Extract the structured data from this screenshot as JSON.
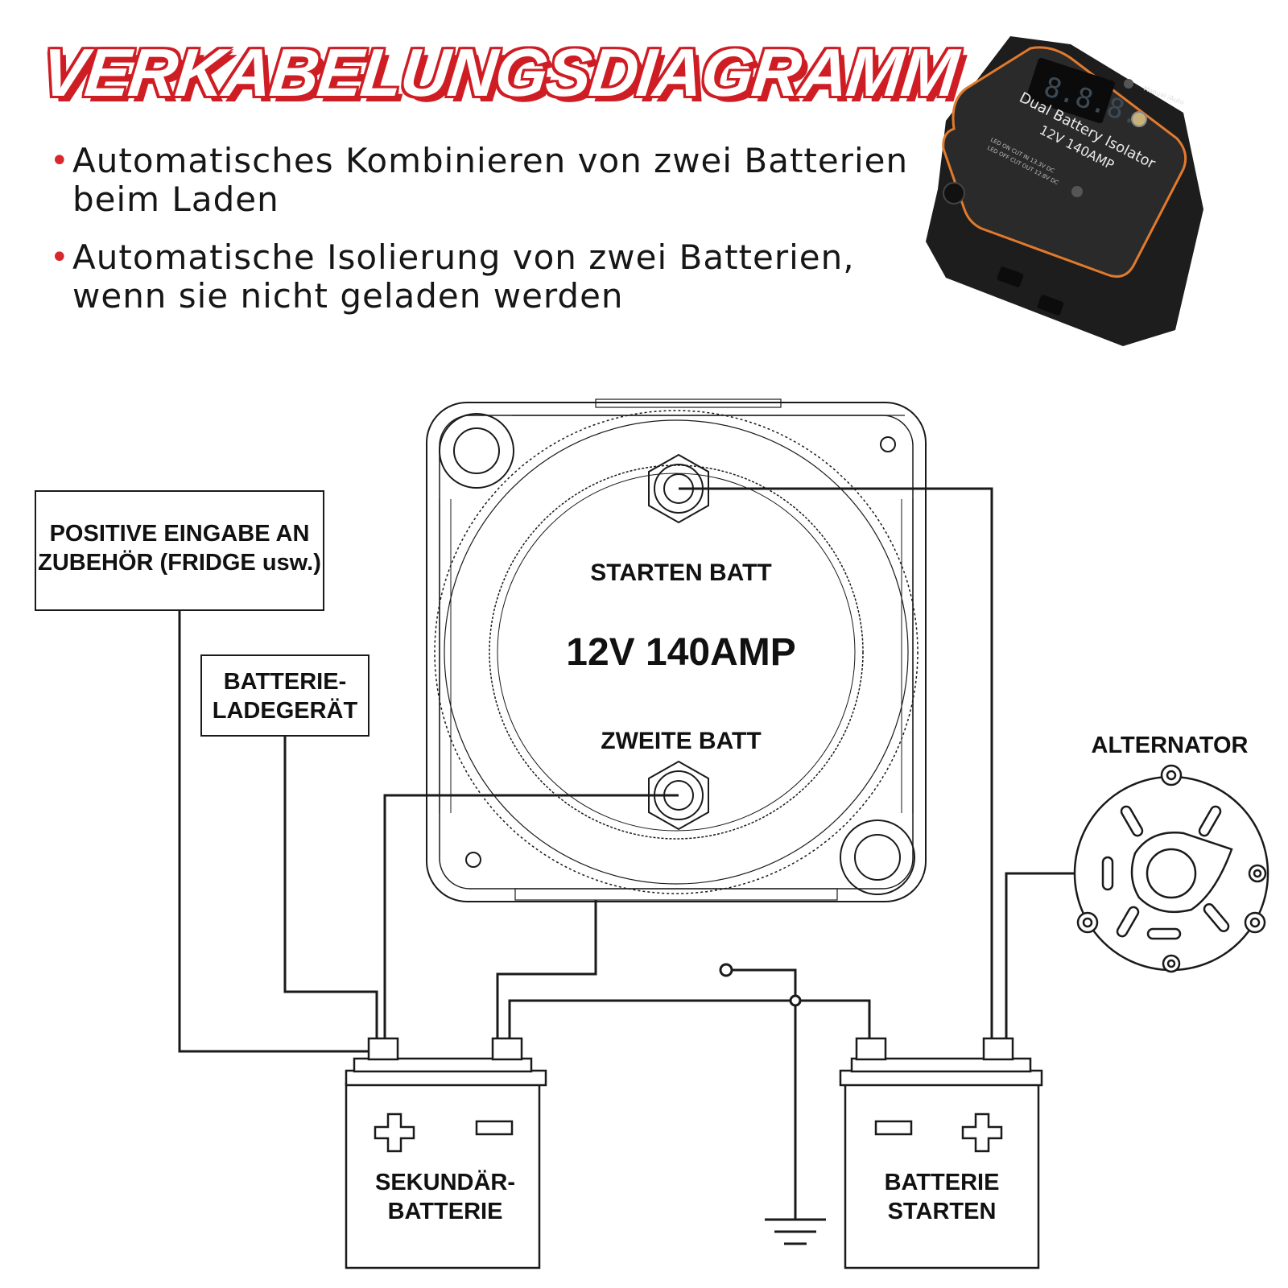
{
  "title": "VERKABELUNGSDIAGRAMM",
  "bullets": [
    "Automatisches Kombinieren von zwei Batterien beim Laden",
    "Automatische Isolierung von zwei Batterien, wenn sie nicht geladen werden"
  ],
  "product": {
    "label_main": "Dual Battery Isolator",
    "label_rating": "12V 140AMP",
    "led_on": "LED ON CUT IN 13.3V DC",
    "led_off": "LED OFF CUT OUT 12.8V DC",
    "mode": "Manual /Auto",
    "display": "8.8.8."
  },
  "diagram": {
    "isolator_rating": "12V 140AMP",
    "start_batt": "STARTEN BATT",
    "second_batt": "ZWEITE BATT",
    "accessory_line1": "POSITIVE EINGABE AN",
    "accessory_line2": "ZUBEHÖR (FRIDGE usw.)",
    "charger_line1": "BATTERIE-",
    "charger_line2": "LADEGERÄT",
    "alternator": "ALTERNATOR",
    "secondary_line1": "SEKUNDÄR-",
    "secondary_line2": "BATTERIE",
    "starter_line1": "BATTERIE",
    "starter_line2": "STARTEN"
  },
  "colors": {
    "accent_red": "#cf1d24",
    "line": "#1a1a1a",
    "device_orange": "#e27a2c"
  }
}
